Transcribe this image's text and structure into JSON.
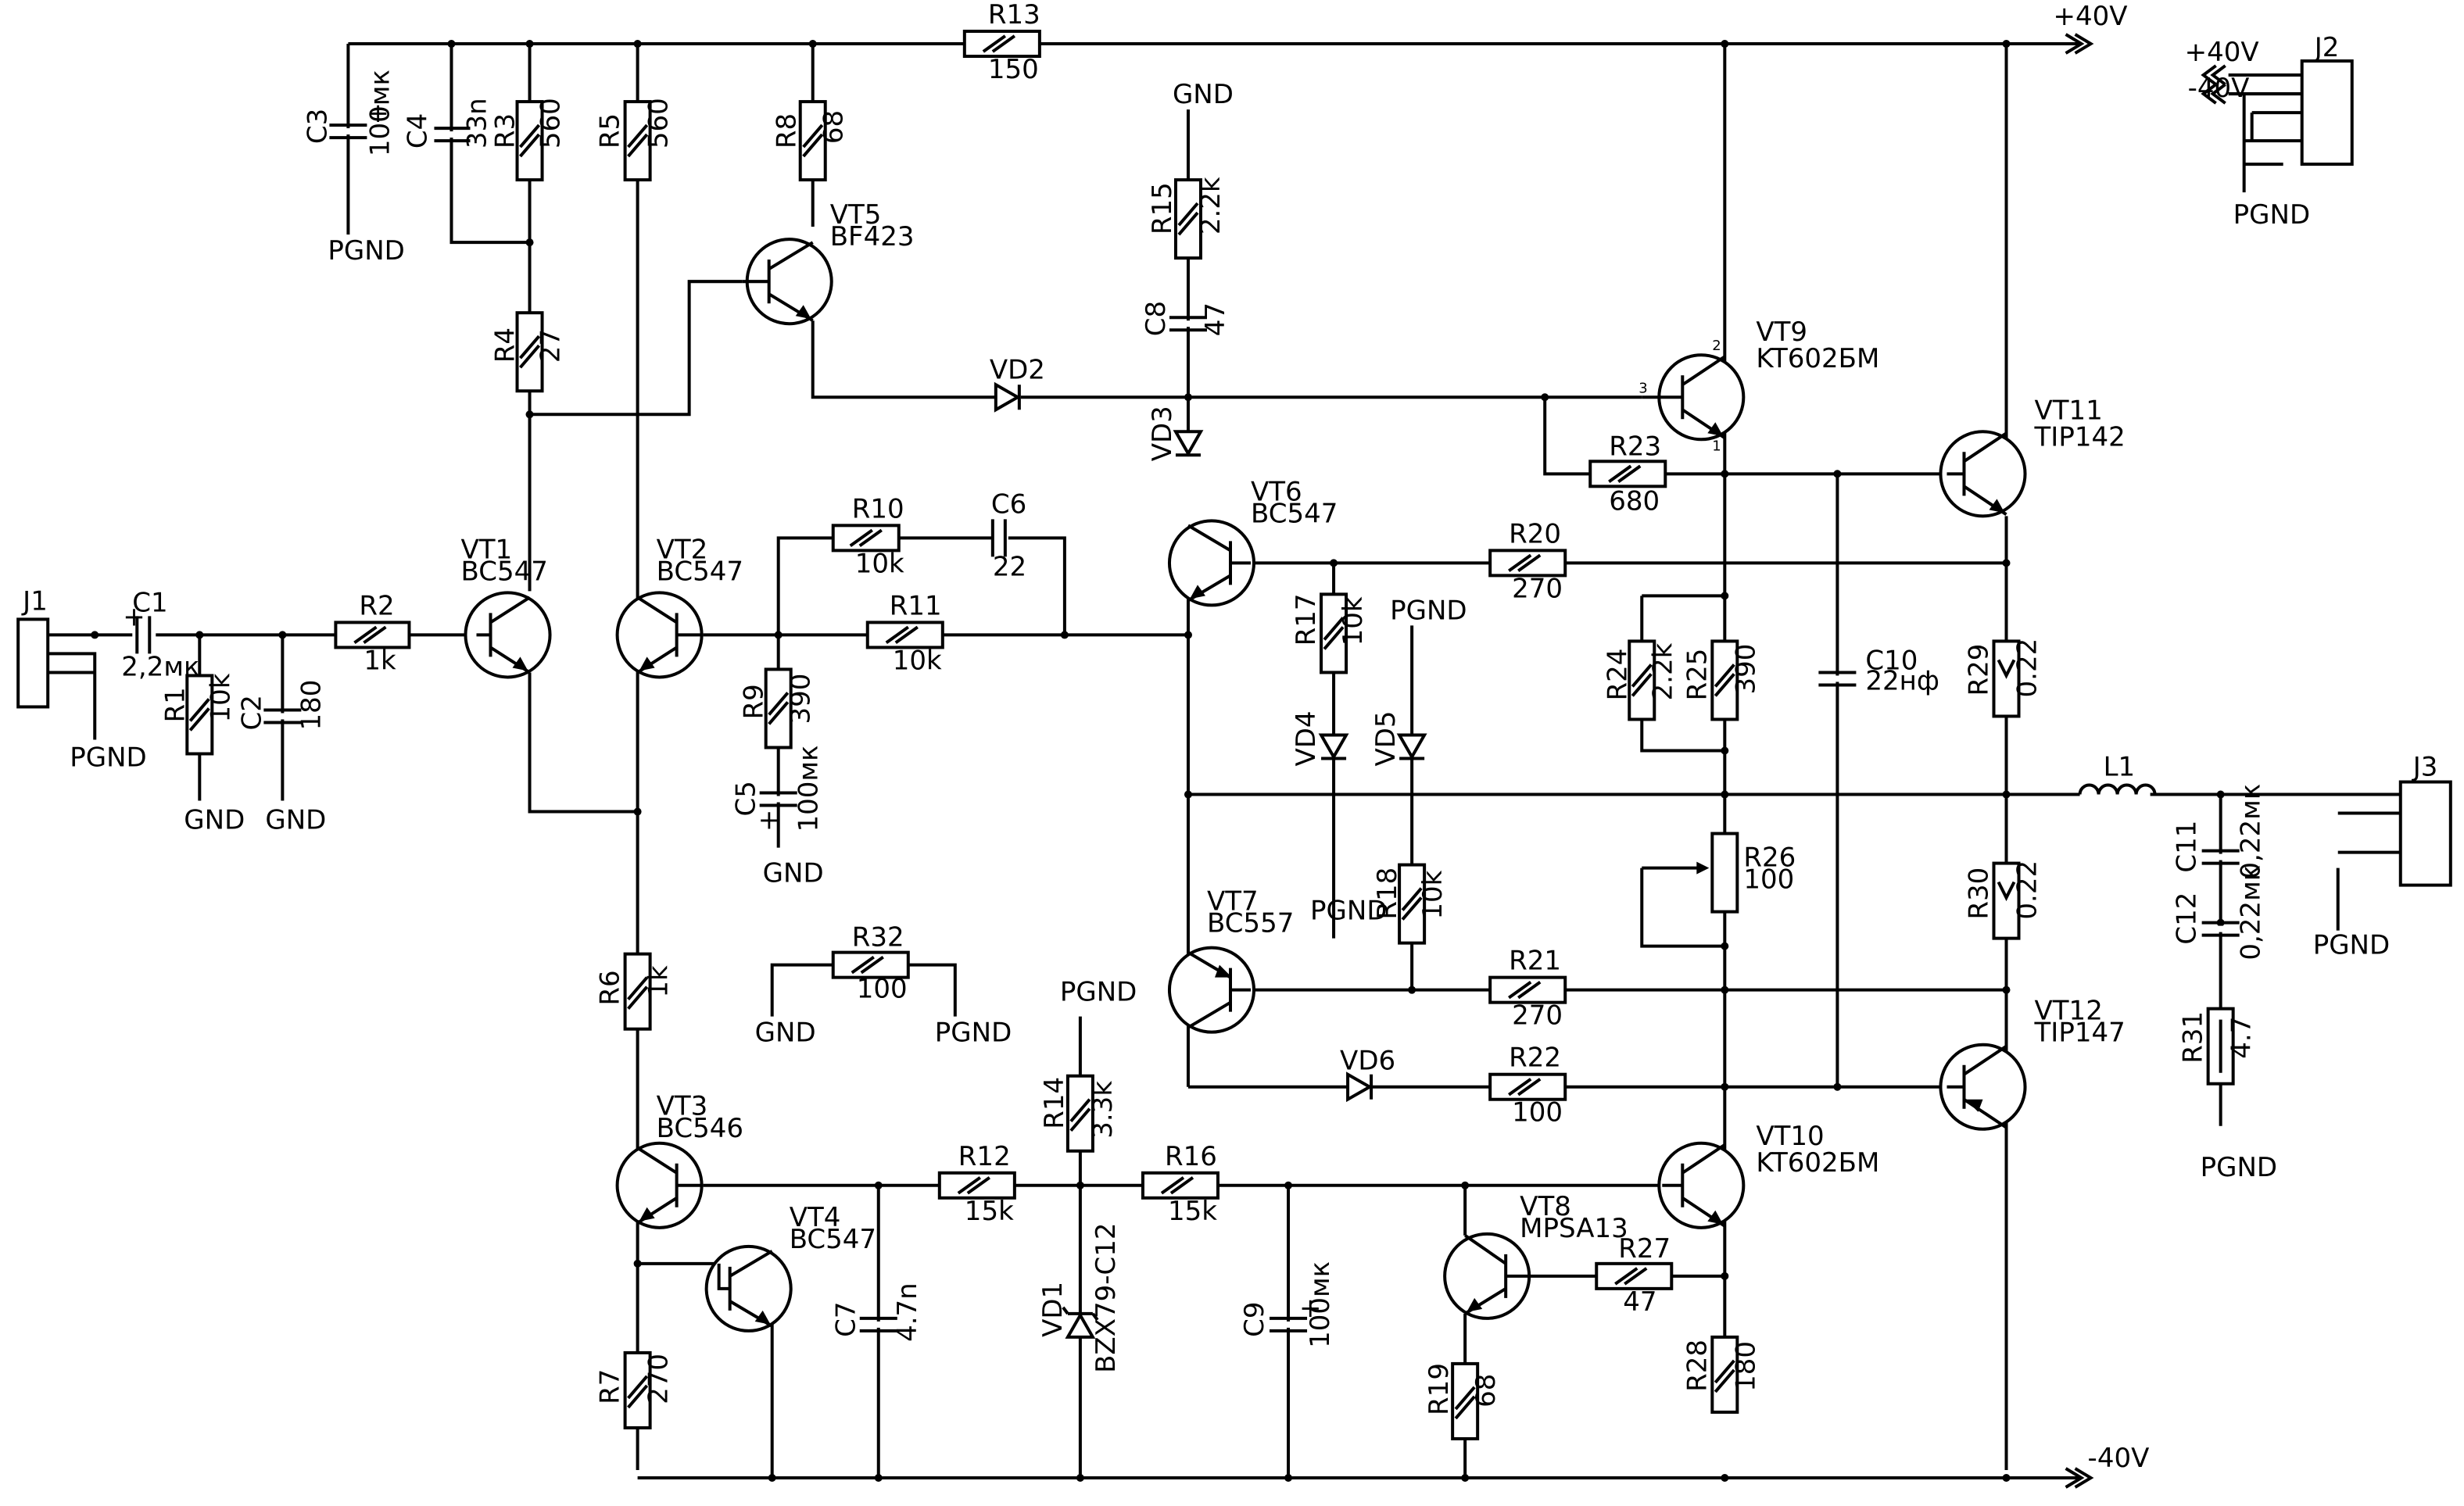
{
  "rails": {
    "pos": "+40V",
    "neg": "-40V"
  },
  "grounds": {
    "pgnd": "PGND",
    "gnd": "GND"
  },
  "connectors": {
    "j1": "J1",
    "j2": "J2",
    "j3": "J3"
  },
  "power_in": {
    "pos": "+40V",
    "neg": "-40V"
  },
  "inductor": {
    "ref": "L1"
  },
  "parts": {
    "R1": {
      "ref": "R1",
      "value": "10k"
    },
    "R2": {
      "ref": "R2",
      "value": "1k"
    },
    "R3": {
      "ref": "R3",
      "value": "560"
    },
    "R4": {
      "ref": "R4",
      "value": "27"
    },
    "R5": {
      "ref": "R5",
      "value": "560"
    },
    "R6": {
      "ref": "R6",
      "value": "1k"
    },
    "R7": {
      "ref": "R7",
      "value": "270"
    },
    "R8": {
      "ref": "R8",
      "value": "68"
    },
    "R9": {
      "ref": "R9",
      "value": "390"
    },
    "R10": {
      "ref": "R10",
      "value": "10k"
    },
    "R11": {
      "ref": "R11",
      "value": "10k"
    },
    "R12": {
      "ref": "R12",
      "value": "15k"
    },
    "R13": {
      "ref": "R13",
      "value": "150"
    },
    "R14": {
      "ref": "R14",
      "value": "3.3k"
    },
    "R15": {
      "ref": "R15",
      "value": "2.2k"
    },
    "R16": {
      "ref": "R16",
      "value": "15k"
    },
    "R17": {
      "ref": "R17",
      "value": "10k"
    },
    "R18": {
      "ref": "R18",
      "value": "10k"
    },
    "R19": {
      "ref": "R19",
      "value": "68"
    },
    "R20": {
      "ref": "R20",
      "value": "270"
    },
    "R21": {
      "ref": "R21",
      "value": "270"
    },
    "R22": {
      "ref": "R22",
      "value": "100"
    },
    "R23": {
      "ref": "R23",
      "value": "680"
    },
    "R24": {
      "ref": "R24",
      "value": "2.2k"
    },
    "R25": {
      "ref": "R25",
      "value": "390"
    },
    "R26": {
      "ref": "R26",
      "value": "100"
    },
    "R27": {
      "ref": "R27",
      "value": "47"
    },
    "R28": {
      "ref": "R28",
      "value": "180"
    },
    "R29": {
      "ref": "R29",
      "value": "0.22"
    },
    "R30": {
      "ref": "R30",
      "value": "0.22"
    },
    "R31": {
      "ref": "R31",
      "value": "4.7"
    },
    "R32": {
      "ref": "R32",
      "value": "100"
    },
    "C1": {
      "ref": "C1",
      "value": "2,2мк"
    },
    "C2": {
      "ref": "C2",
      "value": "180"
    },
    "C3": {
      "ref": "C3",
      "value": "100мк"
    },
    "C4": {
      "ref": "C4",
      "value": "33n"
    },
    "C5": {
      "ref": "C5",
      "value": "100мк"
    },
    "C6": {
      "ref": "C6",
      "value": "22"
    },
    "C7": {
      "ref": "C7",
      "value": "4.7n"
    },
    "C8": {
      "ref": "C8",
      "value": "47"
    },
    "C9": {
      "ref": "C9",
      "value": "100мк"
    },
    "C10": {
      "ref": "C10",
      "value": "22нф"
    },
    "C11": {
      "ref": "C11",
      "value": "0,22мк"
    },
    "C12": {
      "ref": "C12",
      "value": "0,22мк"
    },
    "VT1": {
      "ref": "VT1",
      "value": "BC547"
    },
    "VT2": {
      "ref": "VT2",
      "value": "BC547"
    },
    "VT3": {
      "ref": "VT3",
      "value": "BC546"
    },
    "VT4": {
      "ref": "VT4",
      "value": "BC547"
    },
    "VT5": {
      "ref": "VT5",
      "value": "BF423"
    },
    "VT6": {
      "ref": "VT6",
      "value": "BC547"
    },
    "VT7": {
      "ref": "VT7",
      "value": "BC557"
    },
    "VT8": {
      "ref": "VT8",
      "value": "MPSA13"
    },
    "VT9": {
      "ref": "VT9",
      "value": "KT602БМ"
    },
    "VT10": {
      "ref": "VT10",
      "value": "KT602БМ"
    },
    "VT11": {
      "ref": "VT11",
      "value": "TIP142"
    },
    "VT12": {
      "ref": "VT12",
      "value": "TIP147"
    },
    "VD1": {
      "ref": "VD1",
      "value": "BZX79-C12"
    },
    "VD2": {
      "ref": "VD2"
    },
    "VD3": {
      "ref": "VD3"
    },
    "VD4": {
      "ref": "VD4"
    },
    "VD5": {
      "ref": "VD5"
    },
    "VD6": {
      "ref": "VD6"
    }
  },
  "pins": {
    "one": "1",
    "two": "2",
    "three": "3"
  }
}
